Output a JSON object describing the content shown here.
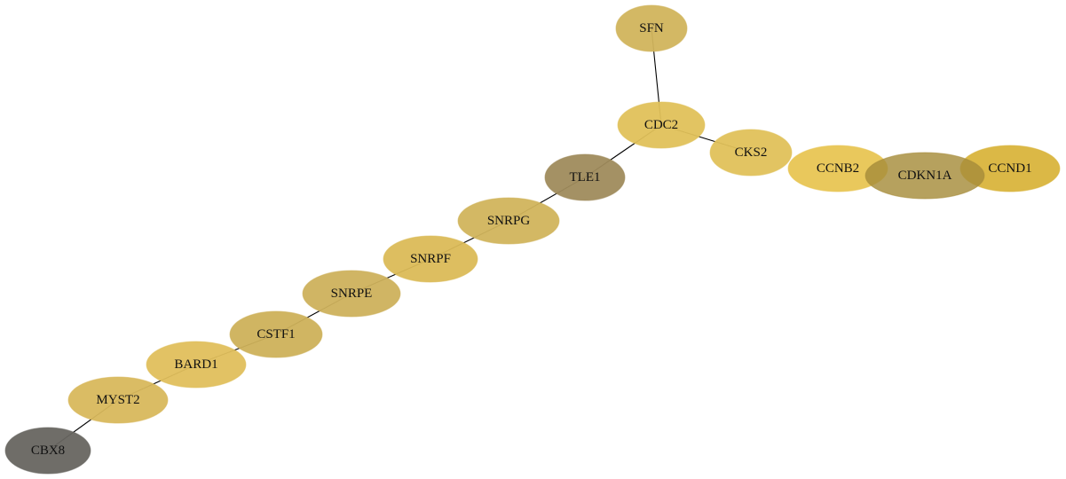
{
  "graph": {
    "nodes": [
      {
        "id": "SFN",
        "label": "SFN",
        "color": "#d1b45c"
      },
      {
        "id": "CDC2",
        "label": "CDC2",
        "color": "#e0c15a"
      },
      {
        "id": "CKS2",
        "label": "CKS2",
        "color": "#e0c15a"
      },
      {
        "id": "CCNB2",
        "label": "CCNB2",
        "color": "#e8c553"
      },
      {
        "id": "CDKN1A",
        "label": "CDKN1A",
        "color": "#a68c3a"
      },
      {
        "id": "CCND1",
        "label": "CCND1",
        "color": "#d9b43c"
      },
      {
        "id": "TLE1",
        "label": "TLE1",
        "color": "#9f8b5c"
      },
      {
        "id": "SNRPG",
        "label": "SNRPG",
        "color": "#d1b45c"
      },
      {
        "id": "SNRPF",
        "label": "SNRPF",
        "color": "#dbbb57"
      },
      {
        "id": "SNRPE",
        "label": "SNRPE",
        "color": "#cdb15c"
      },
      {
        "id": "CSTF1",
        "label": "CSTF1",
        "color": "#cdb15a"
      },
      {
        "id": "BARD1",
        "label": "BARD1",
        "color": "#e0bf5c"
      },
      {
        "id": "MYST2",
        "label": "MYST2",
        "color": "#d8b85c"
      },
      {
        "id": "CBX8",
        "label": "CBX8",
        "color": "#676560"
      }
    ],
    "edges": [
      [
        "SFN",
        "CDC2"
      ],
      [
        "CDC2",
        "CKS2"
      ],
      [
        "CDC2",
        "TLE1"
      ],
      [
        "TLE1",
        "SNRPG"
      ],
      [
        "SNRPG",
        "SNRPF"
      ],
      [
        "SNRPF",
        "SNRPE"
      ],
      [
        "SNRPE",
        "CSTF1"
      ],
      [
        "CSTF1",
        "BARD1"
      ],
      [
        "BARD1",
        "MYST2"
      ],
      [
        "MYST2",
        "CBX8"
      ]
    ]
  }
}
